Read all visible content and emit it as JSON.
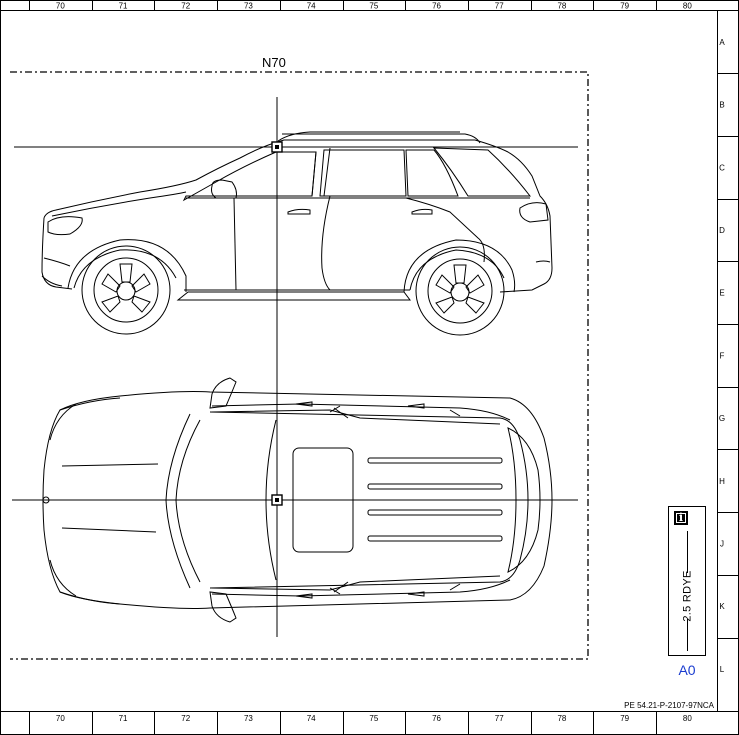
{
  "frame": {
    "columns": [
      "70",
      "71",
      "72",
      "73",
      "74",
      "75",
      "76",
      "77",
      "78",
      "79",
      "80"
    ],
    "rows": [
      "A",
      "B",
      "C",
      "D",
      "E",
      "F",
      "G",
      "H",
      "J",
      "K",
      "L"
    ]
  },
  "connector": {
    "label": "N70"
  },
  "info_box": {
    "icon": "info-icon",
    "wire_label": "2.5 RDYE"
  },
  "sheet_size": "A0",
  "drawing_number": "PE 54.21-P-2107-97NCA",
  "colors": {
    "line": "#000000",
    "sheet_size_text": "#1a3ccf"
  }
}
